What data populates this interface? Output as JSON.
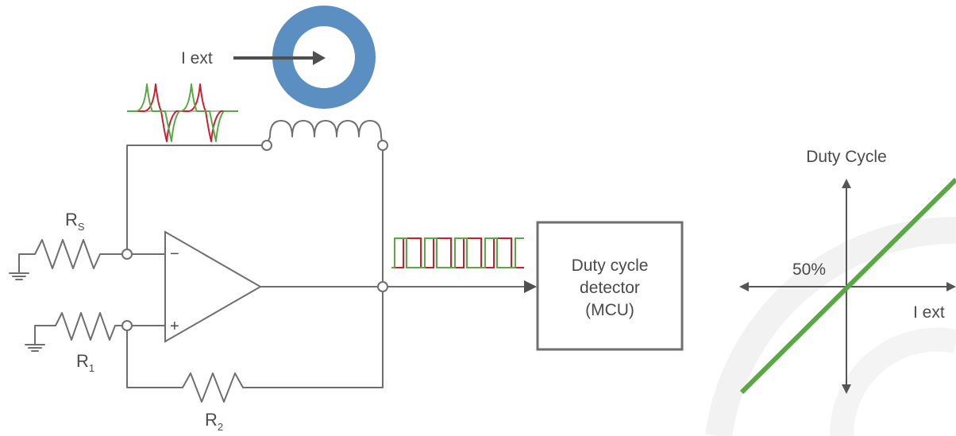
{
  "labels": {
    "i_ext_probe": "I ext",
    "r_s_main": "R",
    "r_s_sub": "S",
    "r_1_main": "R",
    "r_1_sub": "1",
    "r_2_main": "R",
    "r_2_sub": "2",
    "minus": "−",
    "plus": "+",
    "detector_line1": "Duty cycle",
    "detector_line2": "detector",
    "detector_line3": "(MCU)",
    "graph_y_title": "Duty Cycle",
    "graph_origin": "50%",
    "graph_x_title": "I ext"
  },
  "colors": {
    "wire": "#6f6f6f",
    "core_blue": "#5b8ec1",
    "signal_red": "#c8202e",
    "signal_green": "#5aa845",
    "transfer_line": "#5aa845"
  }
}
